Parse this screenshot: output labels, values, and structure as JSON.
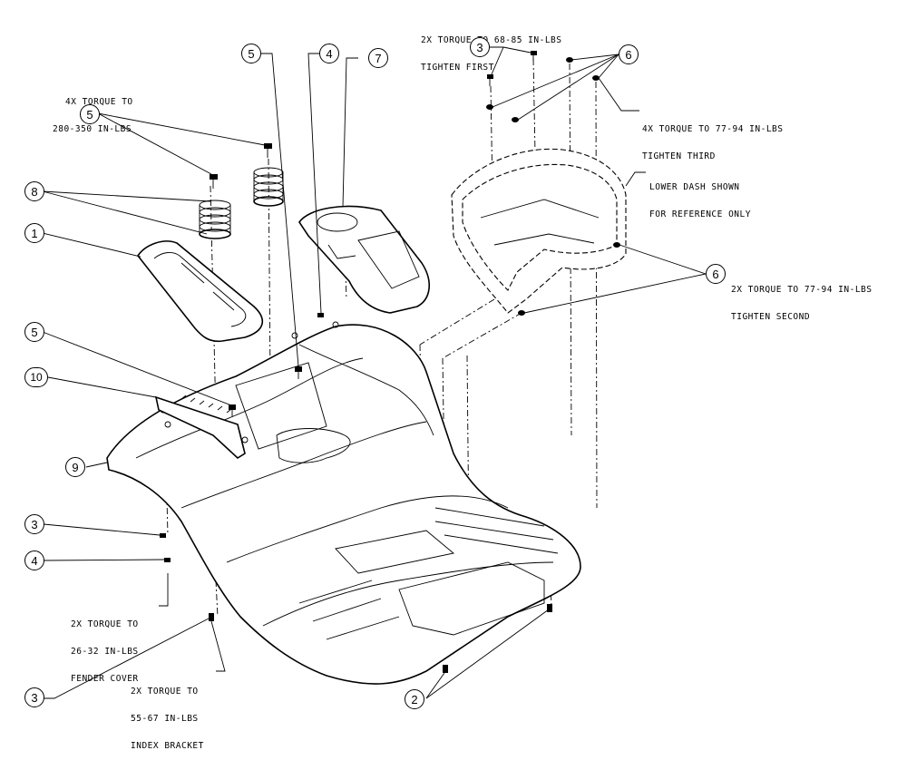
{
  "callouts": {
    "c1": "1",
    "c2": "2",
    "c3a": "3",
    "c3b": "3",
    "c3c": "3",
    "c4a": "4",
    "c4b": "4",
    "c5a": "5",
    "c5b": "5",
    "c5c": "5",
    "c6a": "6",
    "c6b": "6",
    "c7": "7",
    "c8": "8",
    "c9": "9",
    "c10": "10"
  },
  "notes": {
    "top_center": [
      "2X TORQUE TO 68-85 IN-LBS",
      "TIGHTEN FIRST"
    ],
    "top_left": [
      "4X TORQUE TO",
      "280-350 IN-LBS"
    ],
    "right_third": [
      "4X TORQUE TO 77-94 IN-LBS",
      "TIGHTEN THIRD"
    ],
    "lower_dash": [
      "LOWER DASH SHOWN",
      "FOR REFERENCE ONLY"
    ],
    "right_second": [
      "2X TORQUE TO 77-94 IN-LBS",
      "TIGHTEN SECOND"
    ],
    "fender_cover": [
      "2X TORQUE TO",
      "26-32 IN-LBS",
      "FENDER COVER"
    ],
    "index_bracket": [
      "2X TORQUE TO",
      "55-67 IN-LBS",
      "INDEX BRACKET"
    ]
  },
  "colors": {
    "line": "#000000",
    "background": "#ffffff"
  }
}
